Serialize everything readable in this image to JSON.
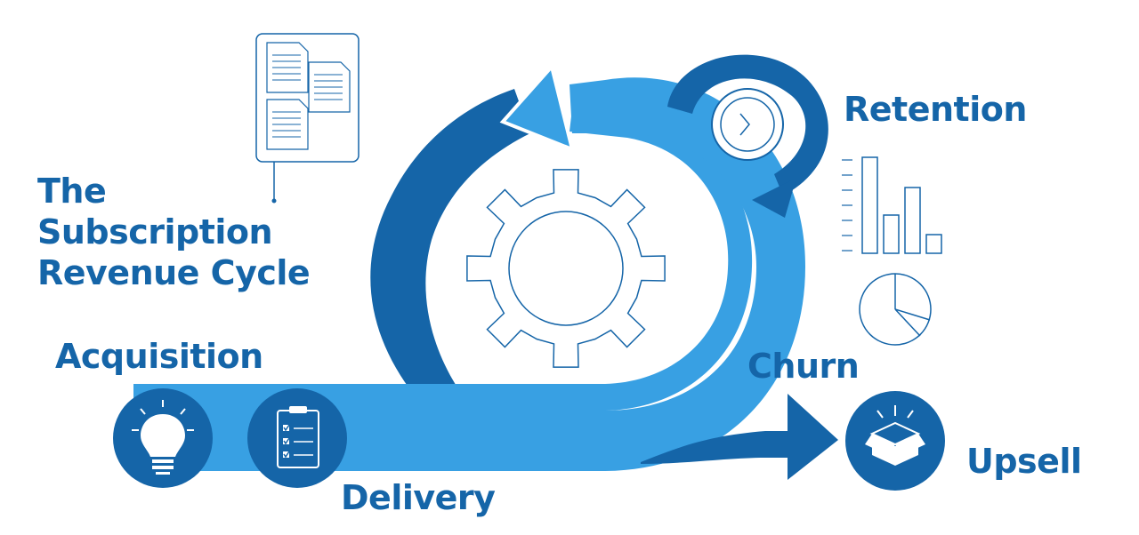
{
  "title_lines": [
    "The",
    "Subscription",
    "Revenue Cycle"
  ],
  "stages": {
    "acquisition": "Acquisition",
    "delivery": "Delivery",
    "churn": "Churn",
    "retention": "Retention",
    "upsell": "Upsell"
  },
  "colors": {
    "dark_blue": "#1565a8",
    "light_blue": "#38a0e3",
    "white": "#ffffff"
  },
  "icons": {
    "acquisition": "lightbulb-icon",
    "delivery": "clipboard-checklist-icon",
    "upsell": "open-box-icon",
    "retention": "clock-icon",
    "center": "gear-icon",
    "documents": "documents-icon",
    "bar_chart": "bar-chart-icon",
    "pie_chart": "pie-chart-icon"
  }
}
